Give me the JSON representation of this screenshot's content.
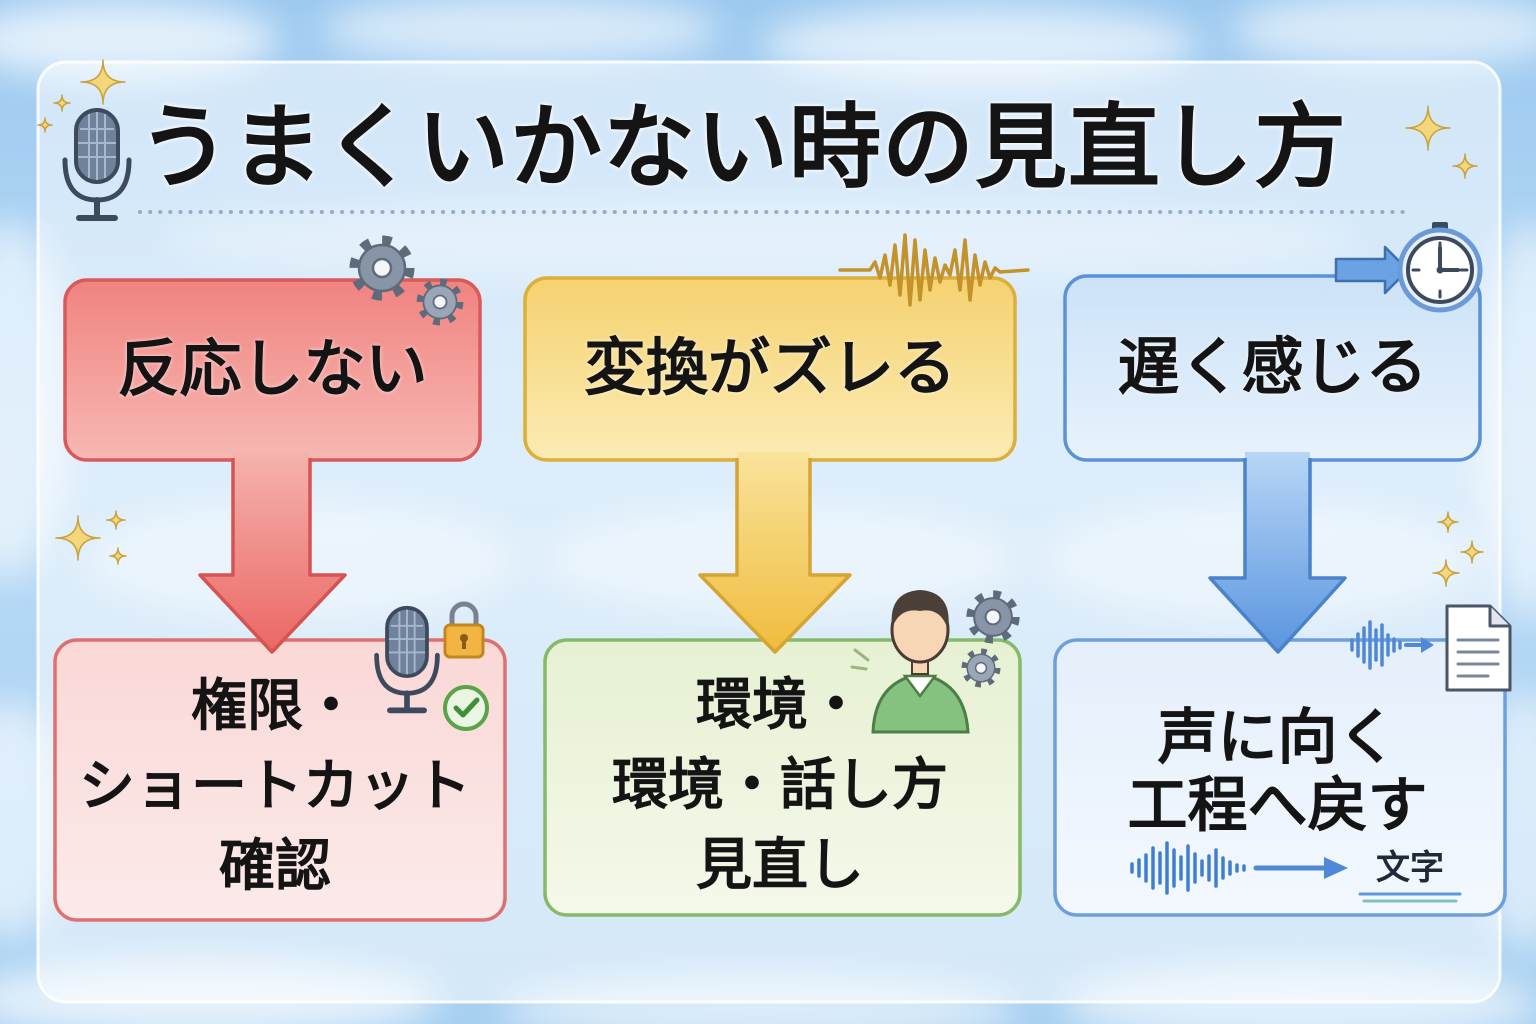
{
  "title": "うまくいかない時の見直し方",
  "header_icon": "microphone-icon",
  "columns": [
    {
      "problem": "反応しない",
      "solution_lines": [
        "権限・",
        "ショートカット",
        "確認"
      ],
      "problem_icon": "gears-icon",
      "solution_icon": "microphone-lock-check-icon",
      "accent_color": "#e06a68",
      "solution_color": "#fbe3e2"
    },
    {
      "problem": "変換がズレる",
      "solution_lines": [
        "環境・",
        "環境・話し方",
        "見直し"
      ],
      "problem_icon": "waveform-icon",
      "solution_icon": "person-gears-icon",
      "accent_color": "#edc04c",
      "solution_color": "#eef5dc"
    },
    {
      "problem": "遅く感じる",
      "solution_lines": [
        "声に向く",
        "工程へ戻す"
      ],
      "problem_icon": "clock-arrow-icon",
      "solution_icon": "voice-to-document-icon",
      "caption": "文字",
      "accent_color": "#5e9ad8",
      "solution_color": "#eef5fd"
    }
  ],
  "theme": {
    "background": "#a9d0f2",
    "panel": "#ffffff",
    "text": "#141414",
    "sparkle": "#f2d375"
  }
}
